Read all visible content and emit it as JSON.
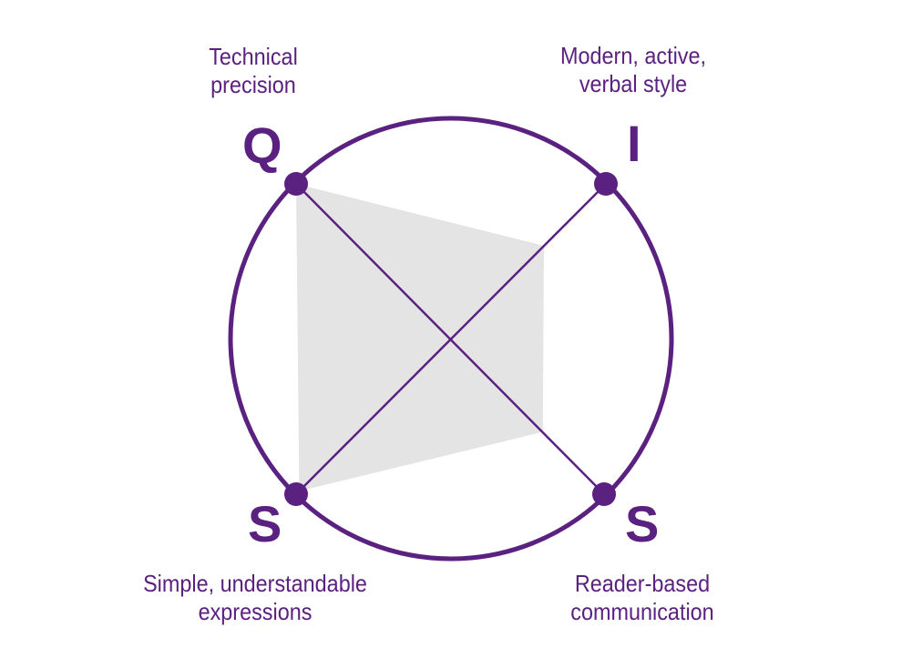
{
  "colors": {
    "accent": "#5b2180",
    "fill": "#e4e4e4"
  },
  "axes": [
    {
      "letter": "Q",
      "label_line1": "Technical",
      "label_line2": "precision"
    },
    {
      "letter": "I",
      "label_line1": "Modern, active,",
      "label_line2": "verbal style"
    },
    {
      "letter": "S",
      "label_line1": "Simple, understandable",
      "label_line2": "expressions"
    },
    {
      "letter": "S",
      "label_line1": "Reader-based",
      "label_line2": "communication"
    }
  ],
  "profile_values": {
    "Q": 1.0,
    "I": 0.6,
    "S_reader": 0.6,
    "S_simple": 0.98
  }
}
